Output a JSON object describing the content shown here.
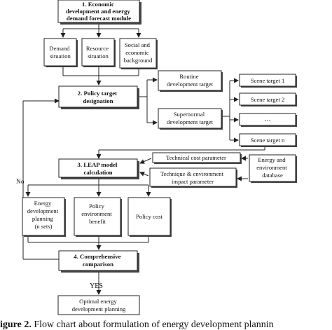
{
  "figure": {
    "caption_label": "igure 2.",
    "caption_text": " Flow chart about formulation of energy development plannin"
  },
  "nodes": {
    "economic_forecast": {
      "lines": [
        "1. Economic",
        "development and energy",
        "demand forecast module"
      ]
    },
    "demand_situation": {
      "lines": [
        "Demand",
        "situation"
      ]
    },
    "resource_situation": {
      "lines": [
        "Resource",
        "situation"
      ]
    },
    "social_background": {
      "lines": [
        "Social and",
        "economic",
        "background"
      ]
    },
    "policy_target": {
      "lines": [
        "2. Policy target",
        "designation"
      ]
    },
    "routine_target": {
      "lines": [
        "Routine",
        "development target"
      ]
    },
    "supernormal_target": {
      "lines": [
        "Supernormal",
        "development target"
      ]
    },
    "scene_target_1": {
      "lines": [
        "Scene target 1"
      ]
    },
    "scene_target_2": {
      "lines": [
        "Scene target 2"
      ]
    },
    "scene_target_ellipsis": {
      "lines": [
        "…"
      ]
    },
    "scene_target_n": {
      "lines": [
        "Scene target n"
      ]
    },
    "leap_model": {
      "lines": [
        "3. LEAP model",
        "calculation"
      ]
    },
    "technical_cost": {
      "lines": [
        "Technical cost parameter"
      ]
    },
    "technique_environment": {
      "lines": [
        "Technique & environment",
        "impact parameter"
      ]
    },
    "energy_database": {
      "lines": [
        "Energy and",
        "environment",
        "database"
      ]
    },
    "energy_planning": {
      "lines": [
        "Energy",
        "development",
        "planning",
        "(n sets)"
      ]
    },
    "policy_env_benefit": {
      "lines": [
        "Policy",
        "environment",
        "benefit"
      ]
    },
    "policy_cost": {
      "lines": [
        "Policy cost"
      ]
    },
    "comprehensive_comparison": {
      "lines": [
        "4. Comprehensive",
        "comparison"
      ]
    },
    "optimal_planning": {
      "lines": [
        "Optimal energy",
        "development planning"
      ]
    }
  },
  "edge_labels": {
    "no": "No",
    "yes": "YES"
  }
}
